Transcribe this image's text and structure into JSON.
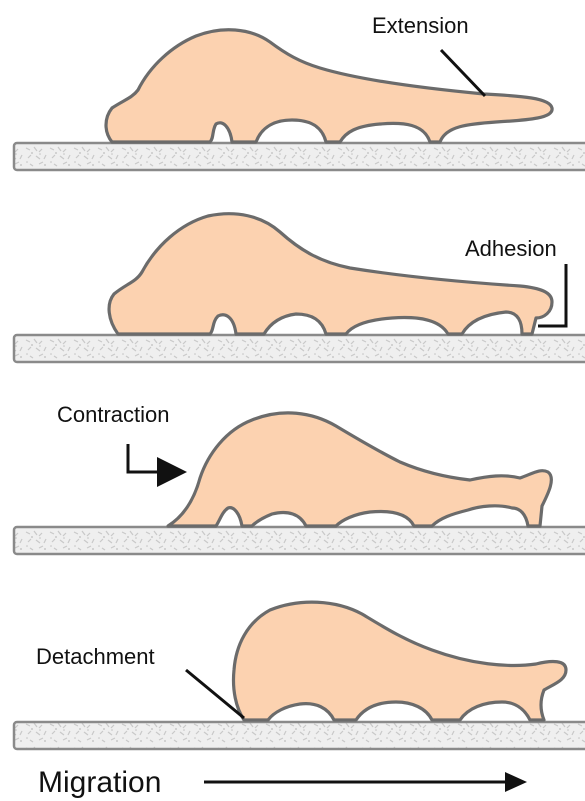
{
  "panels": [
    {
      "label": "Extension"
    },
    {
      "label": "Adhesion"
    },
    {
      "label": "Contraction"
    },
    {
      "label": "Detachment"
    }
  ],
  "migration_label": "Migration",
  "colors": {
    "cell_fill": "#fcd2b0",
    "cell_outline": "#6b6b6b",
    "substrate_fill": "#eeeeee",
    "substrate_outline": "#8a8a8a",
    "text": "#111111"
  }
}
